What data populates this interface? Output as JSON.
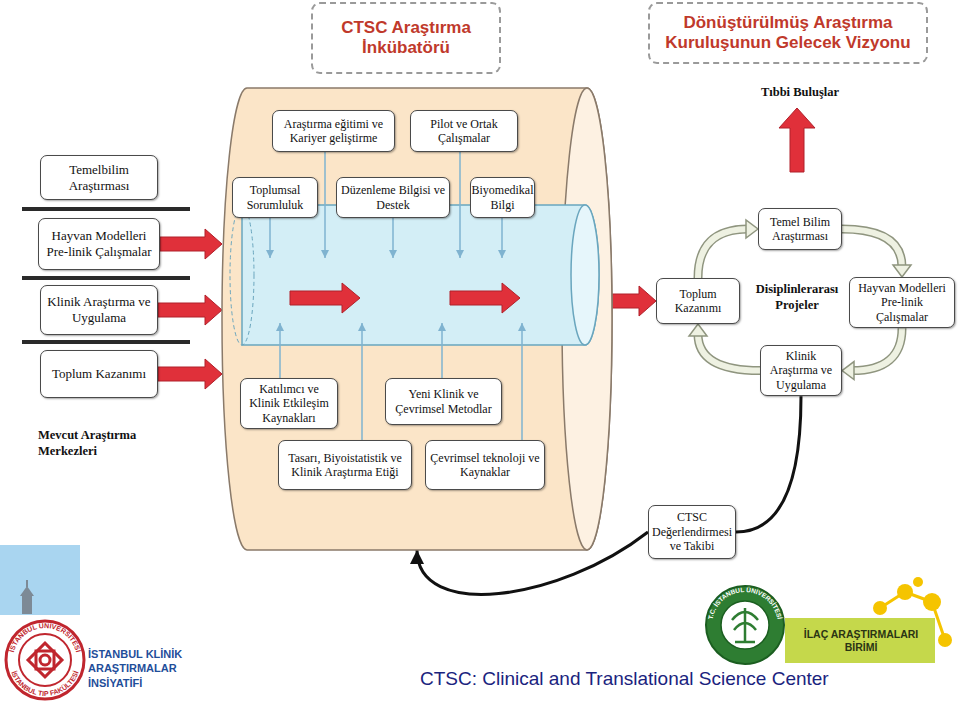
{
  "diagram": {
    "caption": "CTSC: Clinical and Translational Science Center",
    "nodes": [
      {
        "text": [
          "CTSC Araştırma İnkübatörü"
        ]
      },
      {
        "text": [
          "Dönüştürülmüş Araştırma Kuruluşunun Gelecek Vizyonu"
        ]
      },
      {
        "text": [
          "Temelbilim Araştırması"
        ]
      },
      {
        "text": [
          "Hayvan Modelleri Pre-linik Çalışmalar"
        ]
      },
      {
        "text": [
          "Klinik Araştırma ve Uygulama"
        ]
      },
      {
        "text": [
          "Toplum Kazanımı"
        ]
      },
      {
        "text": [
          "Araştırma eğitimi ve Kariyer geliştirme"
        ],
        "in": 0
      },
      {
        "text": [
          "Pilot ve Ortak Çalışmalar"
        ],
        "in": 0
      },
      {
        "text": [
          "Toplumsal Sorumluluk"
        ],
        "in": 0
      },
      {
        "text": [
          "Düzenleme Bilgisi ve Destek"
        ],
        "in": 0
      },
      {
        "text": [
          "Biyomedikal Bilgi"
        ],
        "in": 0
      },
      {
        "text": [
          "Katılımcı ve Klinik Etkileşim Kaynakları"
        ],
        "in": 0
      },
      {
        "text": [
          "Yeni Klinik ve Çevrimsel Metodlar"
        ],
        "in": 0
      },
      {
        "text": [
          "Tasarı, Biyoistatistik ve Klinik Araştırma Etiği"
        ],
        "in": 0
      },
      {
        "text": [
          "Çevrimsel teknoloji ve Kaynaklar"
        ],
        "in": 0
      },
      {
        "text": [
          "Temel Bilim Araştırması"
        ]
      },
      {
        "text": [
          "Toplum Kazanımı"
        ]
      },
      {
        "text": [
          "Hayvan Modelleri Pre-linik Çalışmalar"
        ]
      },
      {
        "text": [
          "Klinik Araştırma ve Uygulama"
        ]
      },
      {
        "text": [
          "CTSC Değerlendirmesi ve Takibi"
        ]
      }
    ],
    "edges": [
      {
        "from": 3,
        "to": 0,
        "arrow": "to"
      },
      {
        "from": 4,
        "to": 0,
        "arrow": "to"
      },
      {
        "from": 5,
        "to": 0,
        "arrow": "to"
      },
      {
        "from": 0,
        "to": 16,
        "arrow": "to"
      },
      {
        "from": 16,
        "to": 15,
        "arrow": "to"
      },
      {
        "from": 15,
        "to": 17,
        "arrow": "to"
      },
      {
        "from": 17,
        "to": 18,
        "arrow": "to"
      },
      {
        "from": 18,
        "to": 16,
        "arrow": "to"
      },
      {
        "from": 18,
        "to": 19,
        "arrow": "none"
      },
      {
        "from": 19,
        "to": 0,
        "arrow": "to"
      }
    ],
    "labels": [
      "Mevcut Araştırma Merkezleri",
      "Tıbbi Buluşlar",
      "Disiplinlerarası Projeler",
      "İSTANBUL KLİNİK ARAŞTIRMALAR İNSİYATİFİ",
      "İSTANBUL ÜNİVERSİTESİ",
      "İSTANBUL TIP FAKÜLTESİ",
      "T.C. İSTANBUL ÜNİVERSİTESİ",
      "İLAÇ ARAŞTIRMALARI BİRİMİ"
    ]
  }
}
